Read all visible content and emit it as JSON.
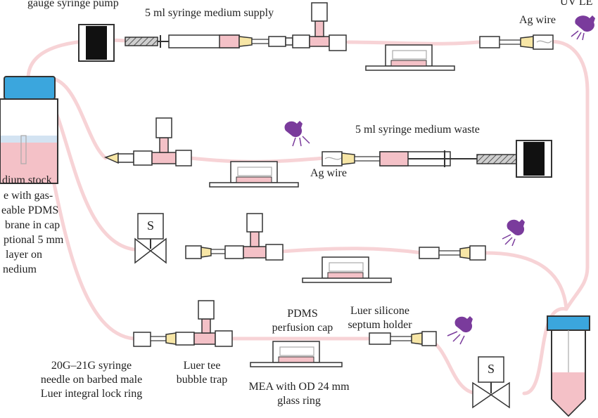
{
  "labels": {
    "pump_top": "gauge syringe pump",
    "supply": "5 ml syringe medium supply",
    "uv_led": "UV LE",
    "ag_wire_top": "Ag wire",
    "waste": "5 ml syringe medium waste",
    "ag_wire_mid": "Ag wire",
    "stock_line1": "dium stock",
    "stock_line2": "e with gas-",
    "stock_line3": "eable PDMS",
    "stock_line4": "brane in cap",
    "stock_line5": "ptional 5 mm",
    "stock_line6": "layer on",
    "stock_line7": "nedium",
    "valve_s_1": "S",
    "valve_s_2": "S",
    "pdms_cap_line1": "PDMS",
    "pdms_cap_line2": "perfusion cap",
    "septum_line1": "Luer silicone",
    "septum_line2": "septum holder",
    "needle_line1": "20G–21G syringe",
    "needle_line2": "needle on barbed male",
    "needle_line3": "Luer integral lock ring",
    "tee_line1": "Luer tee",
    "tee_line2": "bubble trap",
    "mea_line1": "MEA with OD 24 mm",
    "mea_line2": "glass ring"
  },
  "colors": {
    "tubing": "#f7d3d6",
    "medium": "#f4c1c7",
    "cap_blue": "#3ba6dd",
    "led_purple": "#7a3b9c",
    "luer_yellow": "#f7e6a6",
    "outline": "#333333"
  },
  "icons": [
    "syringe-pump-icon",
    "syringe-icon",
    "luer-tee-icon",
    "mea-dish-icon",
    "uv-led-icon",
    "solenoid-valve-icon",
    "stock-bottle-icon",
    "waste-tube-icon"
  ]
}
